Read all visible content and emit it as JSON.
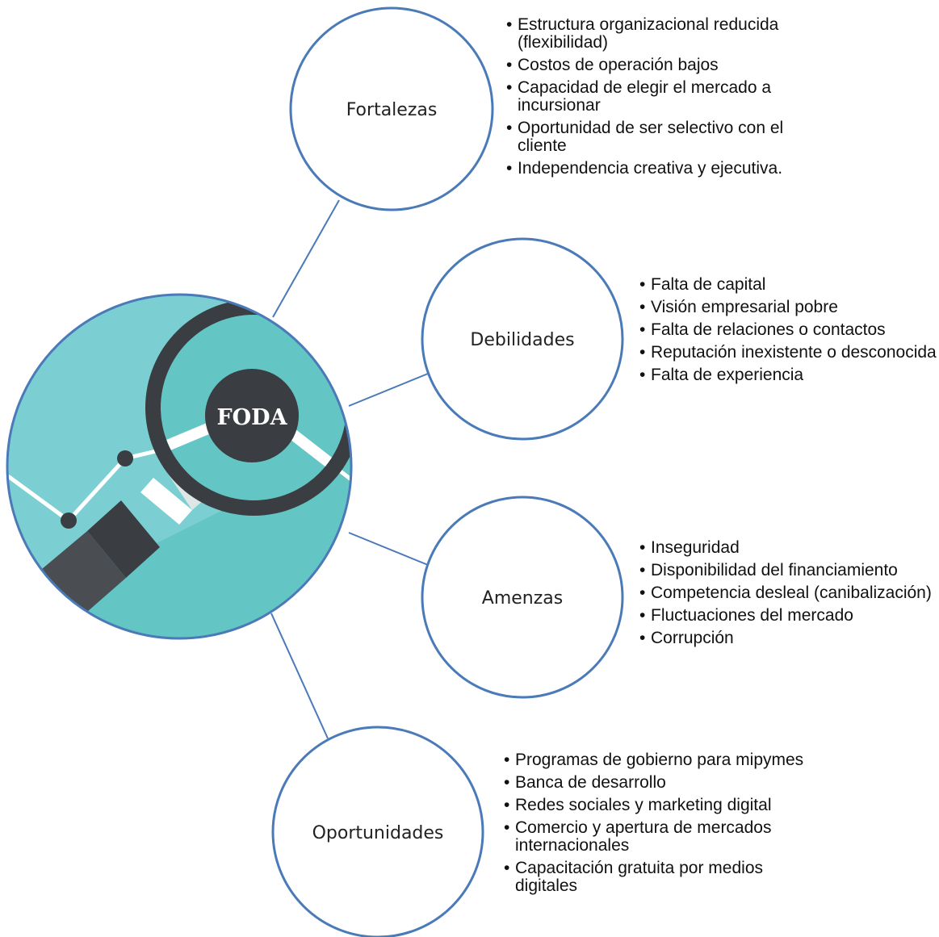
{
  "center": {
    "badge": "FODA",
    "theme": {
      "teal": "#63c6c5",
      "light_teal": "#7bcfd3",
      "dark": "#3a3d42",
      "ring": "#4a7ab7"
    }
  },
  "nodes": [
    {
      "id": "fortalezas",
      "label": "Fortalezas",
      "items": [
        "Estructura organizacional reducida (flexibilidad)",
        "Costos de operación bajos",
        "Capacidad de elegir el mercado a incursionar",
        "Oportunidad de ser selectivo con el cliente",
        "Independencia creativa y ejecutiva."
      ]
    },
    {
      "id": "debilidades",
      "label": "Debilidades",
      "items": [
        "Falta de capital",
        "Visión empresarial pobre",
        "Falta de relaciones o contactos",
        "Reputación inexistente o desconocida",
        "Falta de experiencia"
      ]
    },
    {
      "id": "amenazas",
      "label": "Amenzas",
      "items": [
        "Inseguridad",
        "Disponibilidad del financiamiento",
        "Competencia desleal (canibalización)",
        "Fluctuaciones del mercado",
        "Corrupción"
      ]
    },
    {
      "id": "oportunidades",
      "label": "Oportunidades",
      "items": [
        "Programas de gobierno para mipymes",
        "Banca de desarrollo",
        "Redes sociales y marketing digital",
        "Comercio y apertura de mercados internacionales",
        "Capacitación gratuita por medios digitales"
      ]
    }
  ]
}
